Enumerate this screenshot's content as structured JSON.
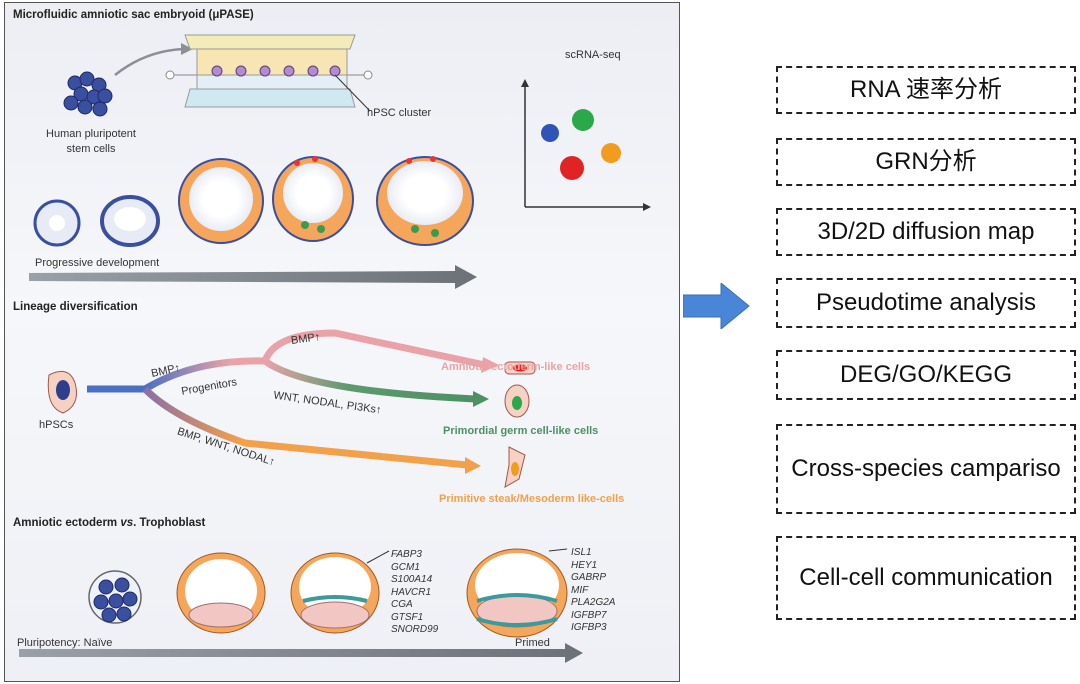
{
  "figure": {
    "section1": {
      "title": "Microfluidic amniotic sac embryoid (μPASE)",
      "cells_label": "Human pluripotent stem cells",
      "cluster_label": "hPSC cluster",
      "scrna_label": "scRNA-seq",
      "progress_label": "Progressive development"
    },
    "section2": {
      "title": "Lineage diversification",
      "hpsc_label": "hPSCs",
      "bmp_up": "BMP↑",
      "progenitors": "Progenitors",
      "bmp_up2": "BMP↑",
      "wnt_nodal_pi3k": "WNT, NODAL, PI3Ks↑",
      "bmp_wnt_nodal": "BMP, WNT, NODAL↑",
      "amniotic": "Amniotic ectoderm-like cells",
      "primordial": "Primordial germ cell-like cells",
      "primitive": "Primitive steak/Mesoderm like-cells",
      "colors": {
        "amniotic": "#e9a3a8",
        "primordial": "#5b9a6e",
        "primitive": "#f2a14a",
        "trunk": "#4a6fc4"
      }
    },
    "section3": {
      "title": "Amniotic ectoderm vs. Trophoblast",
      "genes_left": [
        "FABP3",
        "GCM1",
        "S100A14",
        "HAVCR1",
        "CGA",
        "GTSF1",
        "SNORD99"
      ],
      "genes_right": [
        "ISL1",
        "HEY1",
        "GABRP",
        "MIF",
        "PLA2G2A",
        "IGFBP7",
        "IGFBP3"
      ],
      "pluri_label": "Pluripotency: Naïve",
      "primed_label": "Primed"
    }
  },
  "methods": [
    {
      "label": "RNA 速率分析"
    },
    {
      "label": "GRN分析"
    },
    {
      "label": "3D/2D diffusion map"
    },
    {
      "label": "Pseudotime analysis"
    },
    {
      "label": "DEG/GO/KEGG"
    },
    {
      "label": "Cross-species campariso"
    },
    {
      "label": "Cell-cell communication"
    }
  ],
  "arrow_color": "#4a86d8"
}
